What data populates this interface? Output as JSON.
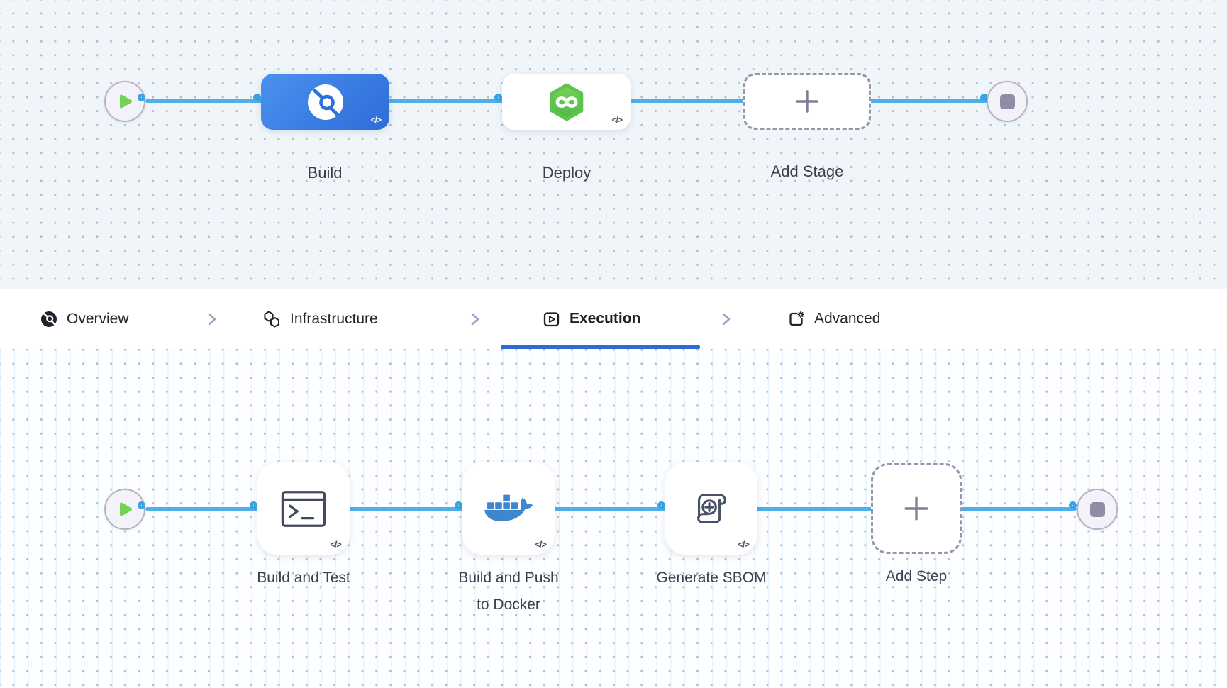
{
  "top_pipeline": {
    "code_badge": "</>",
    "stages": [
      {
        "label": "Build",
        "icon": "ci-build-icon",
        "selected": true
      },
      {
        "label": "Deploy",
        "icon": "cd-deploy-icon",
        "selected": false
      },
      {
        "label": "Add Stage",
        "icon": "plus-icon",
        "selected": false
      }
    ],
    "start_node": {
      "icon": "play-icon"
    },
    "end_node": {
      "icon": "stop-icon"
    }
  },
  "tabs": {
    "items": [
      {
        "label": "Overview",
        "icon": "overview-icon",
        "active": false
      },
      {
        "label": "Infrastructure",
        "icon": "infrastructure-icon",
        "active": false
      },
      {
        "label": "Execution",
        "icon": "execution-icon",
        "active": true
      },
      {
        "label": "Advanced",
        "icon": "advanced-icon",
        "active": false
      }
    ],
    "separator_icon": "chevron-right-icon",
    "active_underline_color": "#2e6bd3"
  },
  "execution_pipeline": {
    "code_badge": "</>",
    "steps": [
      {
        "label": "Build and Test",
        "icon": "terminal-icon"
      },
      {
        "label": "Build and Push to Docker",
        "label_lines": [
          "Build and Push",
          "to Docker"
        ],
        "icon": "docker-icon"
      },
      {
        "label": "Generate SBOM",
        "icon": "sbom-scroll-icon"
      },
      {
        "label": "Add Step",
        "icon": "plus-icon"
      }
    ],
    "start_node": {
      "icon": "play-icon"
    },
    "end_node": {
      "icon": "stop-icon"
    }
  },
  "colors": {
    "connector_line": "#4fafe9",
    "connection_point_ring": "#3aa4e6",
    "build_stage_blue": "#2d6cd8",
    "deploy_green": "#63c94d",
    "docker_blue": "#3e87cc",
    "dashed_border": "#9496ad",
    "canvas_top_bg": "#eff5f9",
    "canvas_bottom_bg": "#fcfeff",
    "label_text": "#3c3f4e",
    "node_fill": "#f4f2f9",
    "node_border": "#b5b2c6",
    "play_green": "#74d255",
    "stop_gray": "#8e8da6"
  }
}
